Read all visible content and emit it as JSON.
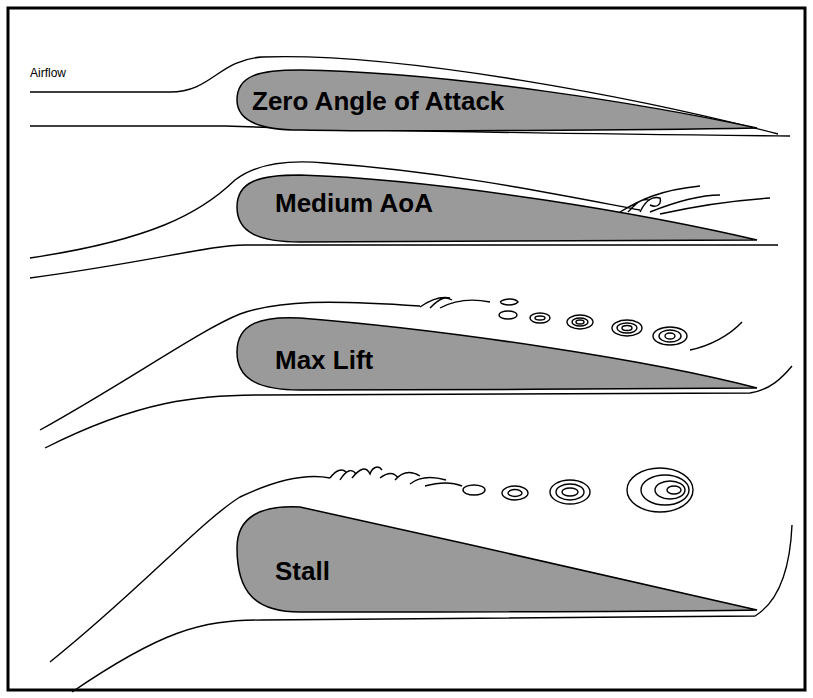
{
  "diagram": {
    "nodes": [
      {
        "text": [
          "Zero Angle of Attack"
        ]
      },
      {
        "text": [
          "Medium AoA"
        ]
      },
      {
        "text": [
          "Max Lift"
        ]
      },
      {
        "text": [
          "Stall"
        ]
      }
    ],
    "labels": [
      "Airflow"
    ]
  }
}
